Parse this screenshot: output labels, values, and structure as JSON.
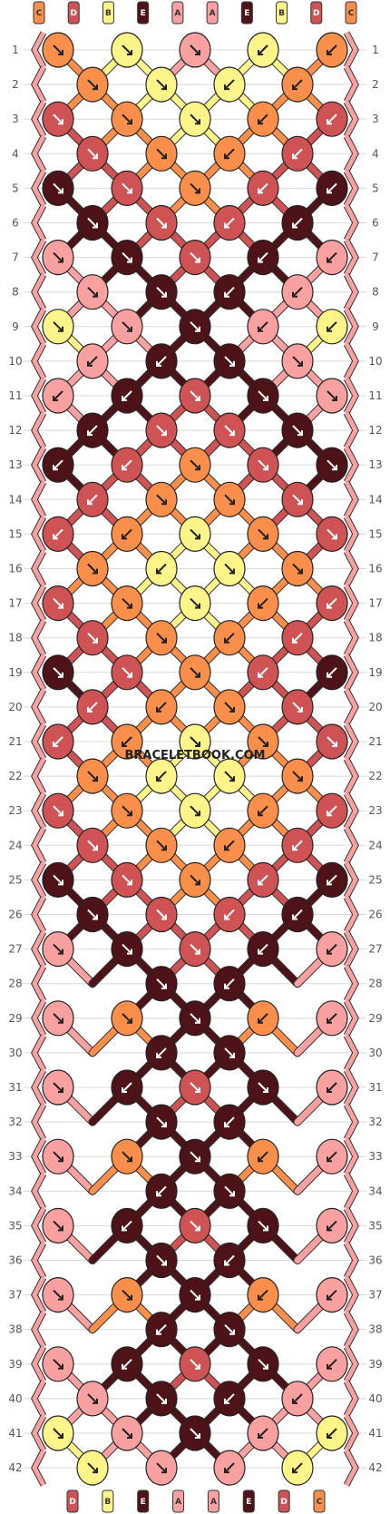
{
  "watermark": "BRACELETBOOK.COM",
  "strand_colors": {
    "A": "#f9a0a0",
    "B": "#fdf48a",
    "C": "#f98f4a",
    "D": "#cf5354",
    "E": "#4e1318"
  },
  "strands_top": [
    "C",
    "D",
    "B",
    "E",
    "A",
    "A",
    "E",
    "B",
    "D",
    "C"
  ],
  "strands_bottom": [
    "D",
    "B",
    "E",
    "A",
    "A",
    "E",
    "D",
    "C"
  ],
  "rows": [
    {
      "label": "1",
      "knots": [
        [
          "C",
          "r"
        ],
        [
          "B",
          "r"
        ],
        [
          "A",
          "r"
        ],
        [
          "B",
          "l"
        ],
        [
          "C",
          "l"
        ]
      ]
    },
    {
      "label": "2",
      "knots": [
        [
          "C",
          "r"
        ],
        [
          "B",
          "r"
        ],
        [
          "B",
          "l"
        ],
        [
          "C",
          "l"
        ]
      ]
    },
    {
      "label": "3",
      "knots": [
        [
          "D",
          "r"
        ],
        [
          "C",
          "r"
        ],
        [
          "B",
          "r"
        ],
        [
          "C",
          "l"
        ],
        [
          "D",
          "l"
        ]
      ]
    },
    {
      "label": "4",
      "knots": [
        [
          "D",
          "r"
        ],
        [
          "C",
          "r"
        ],
        [
          "C",
          "l"
        ],
        [
          "D",
          "l"
        ]
      ]
    },
    {
      "label": "5",
      "knots": [
        [
          "E",
          "r"
        ],
        [
          "D",
          "r"
        ],
        [
          "C",
          "r"
        ],
        [
          "D",
          "l"
        ],
        [
          "E",
          "l"
        ]
      ]
    },
    {
      "label": "6",
      "knots": [
        [
          "E",
          "r"
        ],
        [
          "D",
          "r"
        ],
        [
          "D",
          "l"
        ],
        [
          "E",
          "l"
        ]
      ]
    },
    {
      "label": "7",
      "knots": [
        [
          "A",
          "r"
        ],
        [
          "E",
          "r"
        ],
        [
          "D",
          "r"
        ],
        [
          "E",
          "l"
        ],
        [
          "A",
          "l"
        ]
      ]
    },
    {
      "label": "8",
      "knots": [
        [
          "A",
          "r"
        ],
        [
          "E",
          "r"
        ],
        [
          "E",
          "l"
        ],
        [
          "A",
          "l"
        ]
      ]
    },
    {
      "label": "9",
      "knots": [
        [
          "B",
          "r"
        ],
        [
          "A",
          "r"
        ],
        [
          "E",
          "r"
        ],
        [
          "A",
          "l"
        ],
        [
          "B",
          "l"
        ]
      ]
    },
    {
      "label": "10",
      "knots": [
        [
          "A",
          "l"
        ],
        [
          "E",
          "l"
        ],
        [
          "E",
          "r"
        ],
        [
          "A",
          "r"
        ]
      ]
    },
    {
      "label": "11",
      "knots": [
        [
          "A",
          "l"
        ],
        [
          "E",
          "l"
        ],
        [
          "D",
          "r"
        ],
        [
          "E",
          "r"
        ],
        [
          "A",
          "r"
        ]
      ]
    },
    {
      "label": "12",
      "knots": [
        [
          "E",
          "l"
        ],
        [
          "D",
          "r"
        ],
        [
          "D",
          "r"
        ],
        [
          "E",
          "r"
        ]
      ]
    },
    {
      "label": "13",
      "knots": [
        [
          "E",
          "l"
        ],
        [
          "D",
          "l"
        ],
        [
          "C",
          "r"
        ],
        [
          "D",
          "r"
        ],
        [
          "E",
          "r"
        ]
      ]
    },
    {
      "label": "14",
      "knots": [
        [
          "D",
          "l"
        ],
        [
          "C",
          "r"
        ],
        [
          "C",
          "r"
        ],
        [
          "D",
          "r"
        ]
      ]
    },
    {
      "label": "15",
      "knots": [
        [
          "D",
          "l"
        ],
        [
          "C",
          "l"
        ],
        [
          "B",
          "r"
        ],
        [
          "C",
          "r"
        ],
        [
          "D",
          "r"
        ]
      ]
    },
    {
      "label": "16",
      "knots": [
        [
          "C",
          "r"
        ],
        [
          "B",
          "l"
        ],
        [
          "B",
          "r"
        ],
        [
          "C",
          "r"
        ]
      ]
    },
    {
      "label": "17",
      "knots": [
        [
          "D",
          "r"
        ],
        [
          "C",
          "r"
        ],
        [
          "B",
          "r"
        ],
        [
          "C",
          "l"
        ],
        [
          "D",
          "l"
        ]
      ]
    },
    {
      "label": "18",
      "knots": [
        [
          "D",
          "r"
        ],
        [
          "C",
          "r"
        ],
        [
          "C",
          "l"
        ],
        [
          "D",
          "l"
        ]
      ]
    },
    {
      "label": "19",
      "knots": [
        [
          "E",
          "r"
        ],
        [
          "D",
          "r"
        ],
        [
          "C",
          "r"
        ],
        [
          "D",
          "l"
        ],
        [
          "E",
          "l"
        ]
      ]
    },
    {
      "label": "20",
      "knots": [
        [
          "D",
          "l"
        ],
        [
          "C",
          "l"
        ],
        [
          "C",
          "r"
        ],
        [
          "D",
          "r"
        ]
      ]
    },
    {
      "label": "21",
      "knots": [
        [
          "D",
          "l"
        ],
        [
          "C",
          "l"
        ],
        [
          "B",
          "r"
        ],
        [
          "C",
          "r"
        ],
        [
          "D",
          "r"
        ]
      ]
    },
    {
      "label": "22",
      "knots": [
        [
          "C",
          "r"
        ],
        [
          "B",
          "l"
        ],
        [
          "B",
          "r"
        ],
        [
          "C",
          "r"
        ]
      ]
    },
    {
      "label": "23",
      "knots": [
        [
          "D",
          "r"
        ],
        [
          "C",
          "r"
        ],
        [
          "B",
          "r"
        ],
        [
          "C",
          "l"
        ],
        [
          "D",
          "l"
        ]
      ]
    },
    {
      "label": "24",
      "knots": [
        [
          "D",
          "r"
        ],
        [
          "C",
          "r"
        ],
        [
          "C",
          "l"
        ],
        [
          "D",
          "l"
        ]
      ]
    },
    {
      "label": "25",
      "knots": [
        [
          "E",
          "r"
        ],
        [
          "D",
          "r"
        ],
        [
          "C",
          "r"
        ],
        [
          "D",
          "l"
        ],
        [
          "E",
          "l"
        ]
      ]
    },
    {
      "label": "26",
      "knots": [
        [
          "E",
          "r"
        ],
        [
          "D",
          "r"
        ],
        [
          "D",
          "l"
        ],
        [
          "E",
          "l"
        ]
      ]
    },
    {
      "label": "27",
      "knots": [
        [
          "A",
          "r"
        ],
        [
          "E",
          "r"
        ],
        [
          "D",
          "r"
        ],
        [
          "E",
          "l"
        ],
        [
          "A",
          "l"
        ]
      ]
    },
    {
      "label": "28",
      "knots": [
        null,
        [
          "E",
          "r"
        ],
        [
          "E",
          "l"
        ],
        null
      ]
    },
    {
      "label": "29",
      "knots": [
        [
          "A",
          "r"
        ],
        [
          "C",
          "r"
        ],
        [
          "E",
          "r"
        ],
        [
          "C",
          "l"
        ],
        [
          "A",
          "l"
        ]
      ]
    },
    {
      "label": "30",
      "knots": [
        null,
        [
          "E",
          "l"
        ],
        [
          "E",
          "r"
        ],
        null
      ]
    },
    {
      "label": "31",
      "knots": [
        [
          "A",
          "r"
        ],
        [
          "E",
          "l"
        ],
        [
          "D",
          "r"
        ],
        [
          "E",
          "r"
        ],
        [
          "A",
          "l"
        ]
      ]
    },
    {
      "label": "32",
      "knots": [
        null,
        [
          "E",
          "r"
        ],
        [
          "E",
          "l"
        ],
        null
      ]
    },
    {
      "label": "33",
      "knots": [
        [
          "A",
          "r"
        ],
        [
          "C",
          "r"
        ],
        [
          "E",
          "r"
        ],
        [
          "C",
          "l"
        ],
        [
          "A",
          "l"
        ]
      ]
    },
    {
      "label": "34",
      "knots": [
        null,
        [
          "E",
          "l"
        ],
        [
          "E",
          "r"
        ],
        null
      ]
    },
    {
      "label": "35",
      "knots": [
        [
          "A",
          "r"
        ],
        [
          "E",
          "l"
        ],
        [
          "D",
          "r"
        ],
        [
          "E",
          "r"
        ],
        [
          "A",
          "l"
        ]
      ]
    },
    {
      "label": "36",
      "knots": [
        null,
        [
          "E",
          "r"
        ],
        [
          "E",
          "l"
        ],
        null
      ]
    },
    {
      "label": "37",
      "knots": [
        [
          "A",
          "r"
        ],
        [
          "C",
          "r"
        ],
        [
          "E",
          "r"
        ],
        [
          "C",
          "l"
        ],
        [
          "A",
          "l"
        ]
      ]
    },
    {
      "label": "38",
      "knots": [
        null,
        [
          "E",
          "l"
        ],
        [
          "E",
          "r"
        ],
        null
      ]
    },
    {
      "label": "39",
      "knots": [
        [
          "A",
          "r"
        ],
        [
          "E",
          "l"
        ],
        [
          "D",
          "r"
        ],
        [
          "E",
          "r"
        ],
        [
          "A",
          "l"
        ]
      ]
    },
    {
      "label": "40",
      "knots": [
        [
          "A",
          "r"
        ],
        [
          "E",
          "r"
        ],
        [
          "E",
          "l"
        ],
        [
          "A",
          "l"
        ]
      ]
    },
    {
      "label": "41",
      "knots": [
        [
          "B",
          "r"
        ],
        [
          "A",
          "r"
        ],
        [
          "E",
          "r"
        ],
        [
          "A",
          "l"
        ],
        [
          "B",
          "l"
        ]
      ]
    },
    {
      "label": "42",
      "knots": [
        [
          "B",
          "r"
        ],
        [
          "A",
          "r"
        ],
        [
          "A",
          "l"
        ],
        [
          "B",
          "l"
        ]
      ]
    }
  ]
}
